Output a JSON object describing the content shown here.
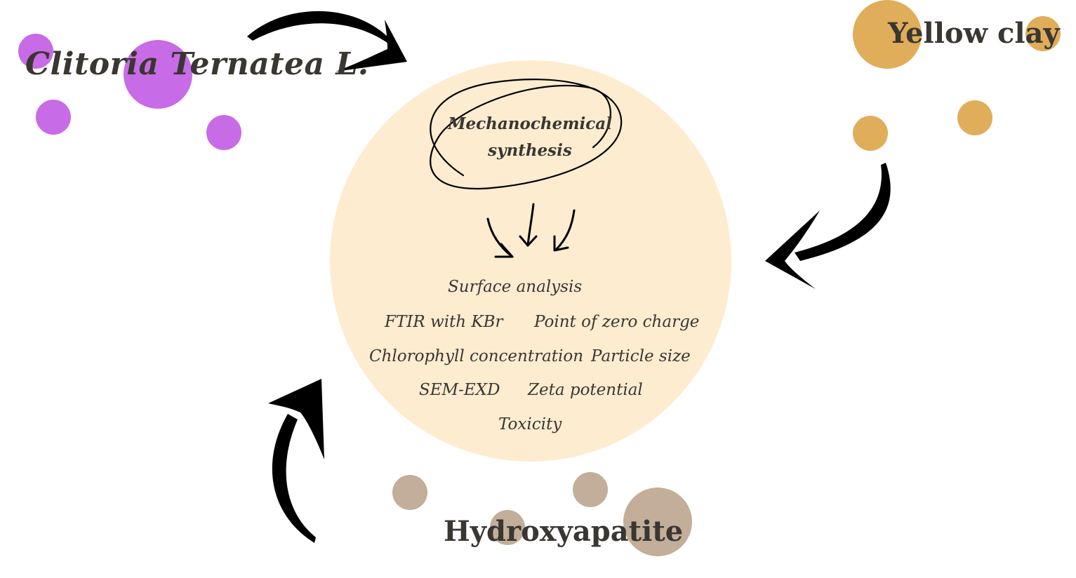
{
  "colors": {
    "background": "#ffffff",
    "center_circle": "#fdecd0",
    "clitoria_dot": "#c86be6",
    "yellow_clay_dot": "#e0ad5a",
    "hydroxyapatite_dot": "#c2ae99",
    "text": "#3a3632",
    "arrow": "#000000"
  },
  "sources": {
    "clitoria": "Clitoria Ternatea L.",
    "yellow_clay": "Yellow clay",
    "hydroxyapatite": "Hydroxyapatite"
  },
  "process": {
    "line1": "Mechanochemical",
    "line2": "synthesis"
  },
  "analyses": {
    "surface_analysis": "Surface analysis",
    "ftir": "FTIR with KBr",
    "pzc": "Point of zero charge",
    "chlorophyll": "Chlorophyll concentration",
    "particle_size": "Particle size",
    "sem": "SEM-EXD",
    "zeta": "Zeta potential",
    "toxicity": "Toxicity"
  },
  "icons": {
    "arrows": "curved-arrow-icon",
    "scribble": "scribble-circle-icon",
    "small_arrows": "down-arrow-icon"
  }
}
